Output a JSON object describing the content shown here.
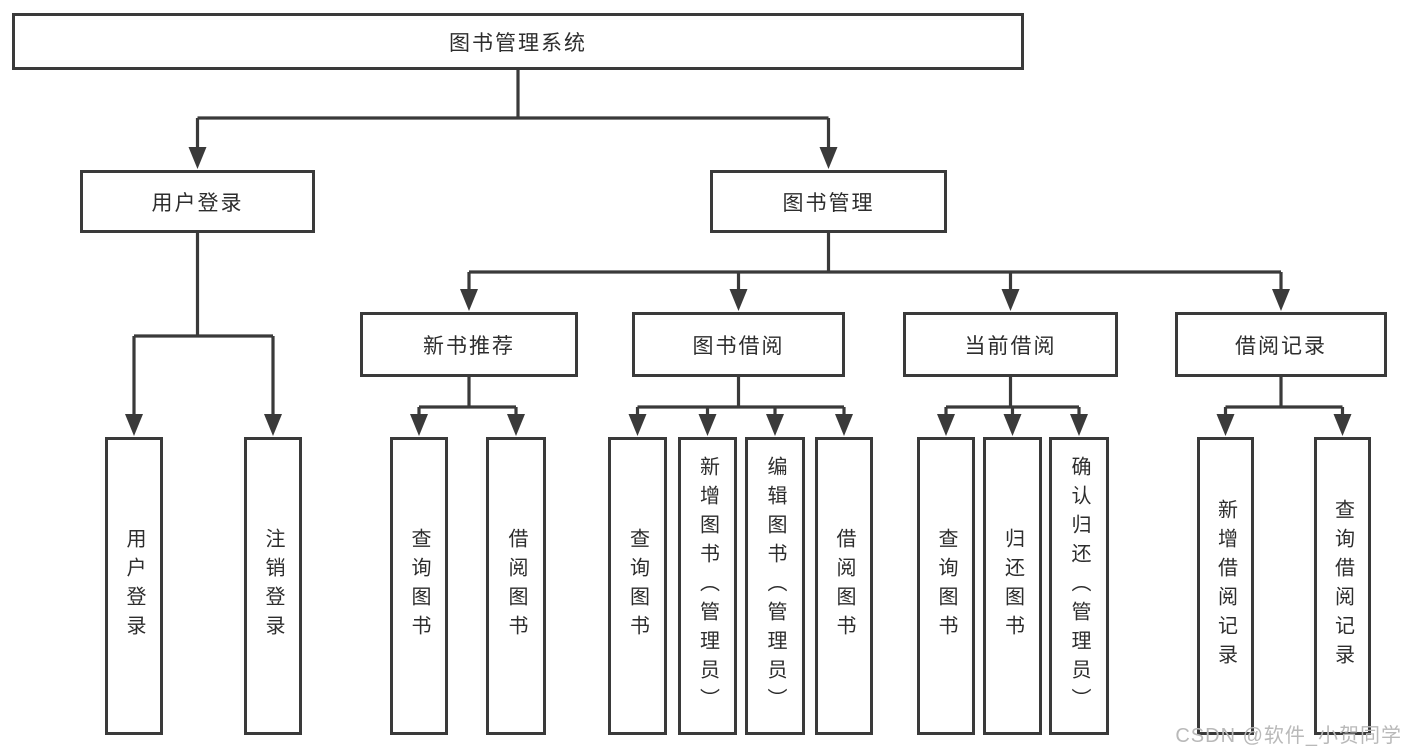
{
  "diagram_title": "图书管理系统",
  "tree": {
    "root": {
      "label": "图书管理系统"
    },
    "branches": [
      {
        "label": "用户登录",
        "children": [
          {
            "label": "用户登录"
          },
          {
            "label": "注销登录"
          }
        ]
      },
      {
        "label": "图书管理",
        "groups": [
          {
            "label": "新书推荐",
            "children": [
              {
                "label": "查询图书"
              },
              {
                "label": "借阅图书"
              }
            ]
          },
          {
            "label": "图书借阅",
            "children": [
              {
                "label": "查询图书"
              },
              {
                "label": "新增图书（管理员）"
              },
              {
                "label": "编辑图书（管理员）"
              },
              {
                "label": "借阅图书"
              }
            ]
          },
          {
            "label": "当前借阅",
            "children": [
              {
                "label": "查询图书"
              },
              {
                "label": "归还图书"
              },
              {
                "label": "确认归还（管理员）"
              }
            ]
          },
          {
            "label": "借阅记录",
            "children": [
              {
                "label": "新增借阅记录"
              },
              {
                "label": "查询借阅记录"
              }
            ]
          }
        ]
      }
    ]
  },
  "watermark": {
    "text": "CSDN @软件_小贺同学",
    "color": "#b9b9b9"
  },
  "colors": {
    "line": "#3a3a3a",
    "text": "#2d2d2d",
    "background": "#ffffff"
  }
}
